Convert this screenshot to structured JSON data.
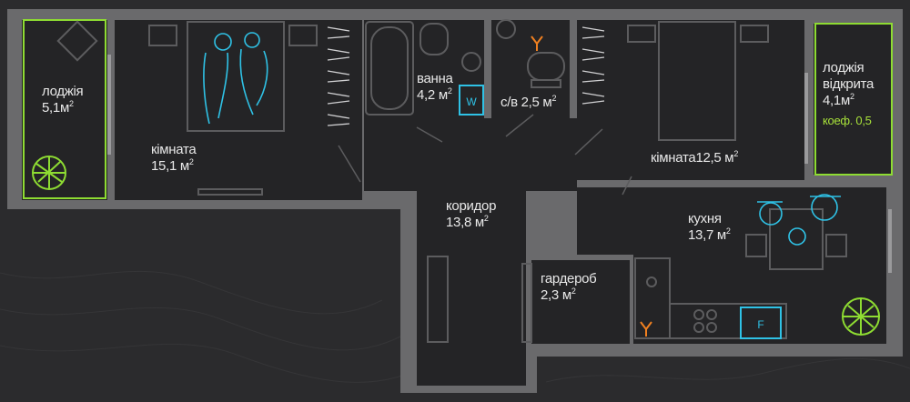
{
  "rooms": {
    "loggia_left": {
      "name": "лоджія",
      "area": "5,1м"
    },
    "room_big": {
      "name": "кімната",
      "area": "15,1 м"
    },
    "bath": {
      "name": "ванна",
      "area": "4,2 м"
    },
    "wc": {
      "label": "с/в 2,5 м"
    },
    "room_small": {
      "label": "кімната12,5 м"
    },
    "loggia_right": {
      "name": "лоджія",
      "name2": "відкрита",
      "area": "4,1м",
      "coef": "коеф. 0,5"
    },
    "corridor": {
      "name": "коридор",
      "area": "13,8 м"
    },
    "kitchen": {
      "name": "кухня",
      "area": "13,7 м"
    },
    "wardrobe": {
      "name": "гардероб",
      "area": "2,3 м"
    }
  },
  "superscript": "2",
  "appliance_labels": {
    "washer": "W",
    "fridge": "F"
  },
  "colors": {
    "background": "#2b2b2d",
    "walls": "#6a6a6c",
    "floor": "#242426",
    "loggia_outline": "#8edc32",
    "furniture": "#5c5c5e",
    "people": "#2fc2e6",
    "plant": "#8edc32",
    "accent_orange": "#f08020",
    "text": "#e8e8e8"
  }
}
